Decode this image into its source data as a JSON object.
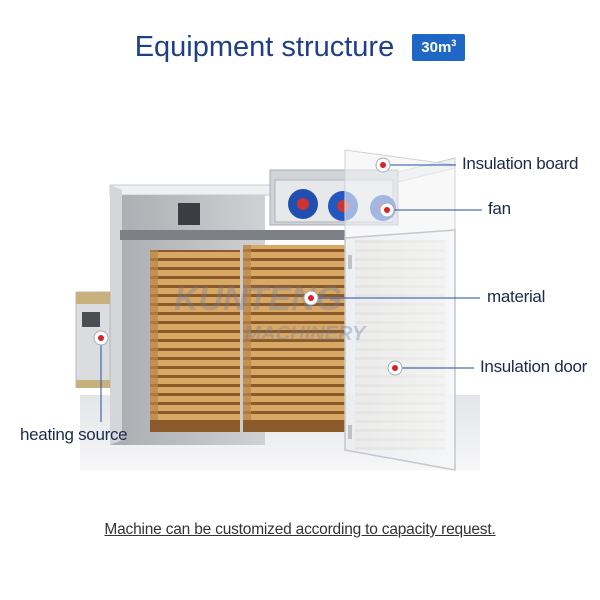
{
  "header": {
    "title": "Equipment structure",
    "badge": "30m",
    "badge_sup": "3"
  },
  "watermark": {
    "line1": "KUNTENG",
    "line2": "MACHINERY"
  },
  "callouts": {
    "insulation_board": "Insulation board",
    "fan": "fan",
    "material": "material",
    "insulation_door": "Insulation door",
    "heating_source": "heating source"
  },
  "footer": {
    "note": "Machine can be customized according to capacity request."
  },
  "colors": {
    "title": "#1f3f86",
    "badge_bg": "#1f67c4",
    "marker": "#d8232a",
    "callout_line": "#1f4fa8",
    "wood": "#d6a466"
  }
}
